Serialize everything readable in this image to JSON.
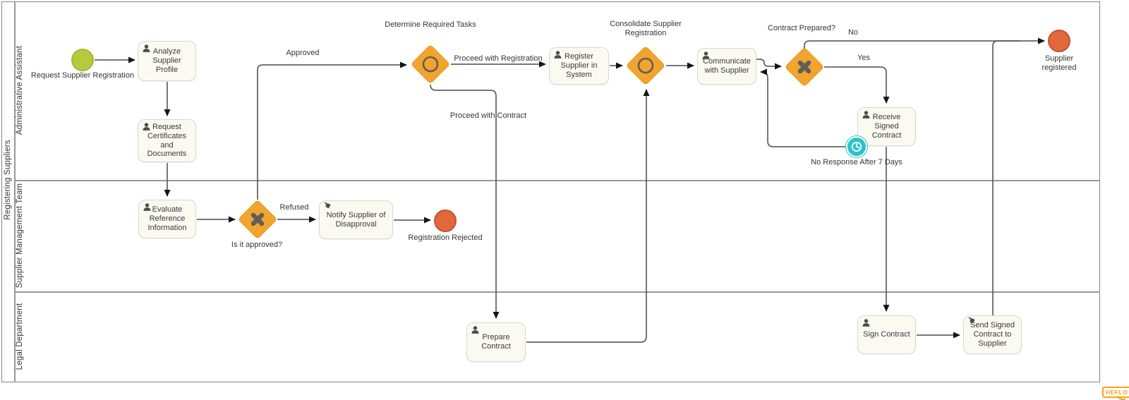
{
  "diagram": {
    "pool_title": "Registering Suppliers",
    "lanes": [
      {
        "label": "Administrative Assistant"
      },
      {
        "label": "Supplier Management Team"
      },
      {
        "label": "Legal Department"
      }
    ]
  },
  "nodes": {
    "start_event": "Request Supplier Registration",
    "analyze_supplier_profile": "Analyze Supplier Profile",
    "request_certificates": "Request Certificates and Documents",
    "evaluate_reference": "Evaluate Reference Information",
    "is_it_approved": "Is it approved?",
    "notify_disapproval": "Notify Supplier of Disapproval",
    "registration_rejected": "Registration Rejected",
    "determine_required_tasks": "Determine Required Tasks",
    "register_supplier": "Register Supplier in System",
    "consolidate_registration": "Consolidate Supplier Registration",
    "communicate_with_supplier": "Communicate with Supplier",
    "contract_prepared": "Contract Prepared?",
    "receive_signed_contract": "Receive Signed Contract",
    "timer_label": "No Response After 7 Days",
    "supplier_registered": "Supplier registered",
    "prepare_contract": "Prepare Contract",
    "sign_contract": "Sign Contract",
    "send_signed_contract": "Send Signed Contract to Supplier"
  },
  "edges": {
    "approved": "Approved",
    "refused": "Refused",
    "proceed_with_registration": "Proceed with Registration",
    "proceed_with_contract": "Proceed with Contract",
    "yes": "Yes",
    "no": "No"
  },
  "watermark": {
    "brand": "HEFLO"
  },
  "colors": {
    "task_fill": "#fafaf1",
    "gateway_orange": "#f2a42d",
    "start_green": "#b5cb3b",
    "end_orange": "#e2683c",
    "timer_teal": "#2bc3cd",
    "edge_gray": "#4a4a4a"
  }
}
